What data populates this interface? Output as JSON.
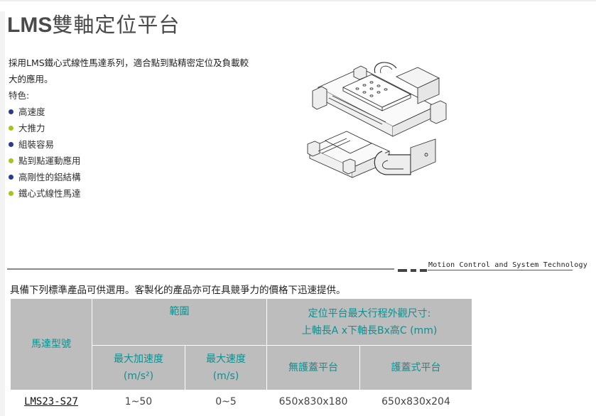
{
  "page": {
    "title_latin": "LMS",
    "title_cjk": "雙軸定位平台",
    "intro": "採用LMS鐵心式線性馬達系列，適合點到點精密定位及負載較大的應用。",
    "features_label": "特色:",
    "features": [
      {
        "label": "高速度",
        "dot_color": "#2b3a8f"
      },
      {
        "label": "大推力",
        "dot_color": "#a8c41a"
      },
      {
        "label": "組裝容易",
        "dot_color": "#2b3a8f"
      },
      {
        "label": "點到點運動應用",
        "dot_color": "#a8c41a"
      },
      {
        "label": "高剛性的鋁結構",
        "dot_color": "#2b3a8f"
      },
      {
        "label": "鐵心式線性馬達",
        "dot_color": "#a8c41a"
      }
    ],
    "product_image": "xy-dual-axis-stage-drawing",
    "tagline": "Motion Control and System Technology",
    "availability": "具備下列標準產品可供選用。客製化的產品亦可在具競爭力的價格下迅速提供。"
  },
  "table": {
    "headers": {
      "model": "馬達型號",
      "range": "範圍",
      "size_line1": "定位平台最大行程外觀尺寸:",
      "size_line2": "上軸長A x下軸長Bx高C (mm)",
      "max_accel": "最大加速度",
      "max_accel_unit": "(m/s²)",
      "max_speed": "最大速度",
      "max_speed_unit": "(m/s)",
      "no_cover": "無護蓋平台",
      "with_cover": "護蓋式平台"
    },
    "rows": [
      {
        "model": "LMS23-S27",
        "accel": "1~50",
        "speed": "0~5",
        "no_cover": "650x830x180",
        "with_cover": "650x830x204"
      }
    ]
  },
  "colors": {
    "header_bg": "#bdbdbd",
    "header_text": "#0f8f8f",
    "dot_blue": "#2b3a8f",
    "dot_green": "#a8c41a"
  }
}
